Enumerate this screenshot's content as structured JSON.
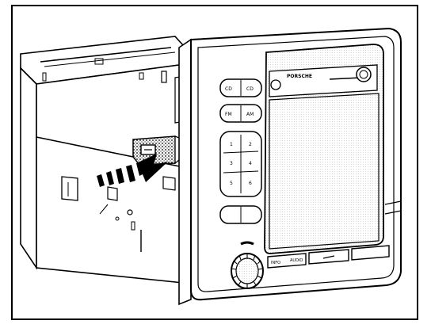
{
  "figure": {
    "brand_text": "PORSCHE",
    "device_labels": {
      "top_left": "CD",
      "top_right": "CD",
      "row2_left": "FM",
      "row2_right": "AM",
      "keypad": [
        "1",
        "2",
        "3",
        "4",
        "5",
        "6"
      ],
      "bottom_bar_1": "INFO",
      "bottom_bar_2": "AUDIO"
    }
  },
  "colors": {
    "line": "#000000",
    "paper": "#ffffff",
    "shade": "#d8d8d8"
  },
  "icons": [
    "insertion-arrow-icon",
    "rotary-knob-icon",
    "release-clip-icon"
  ]
}
